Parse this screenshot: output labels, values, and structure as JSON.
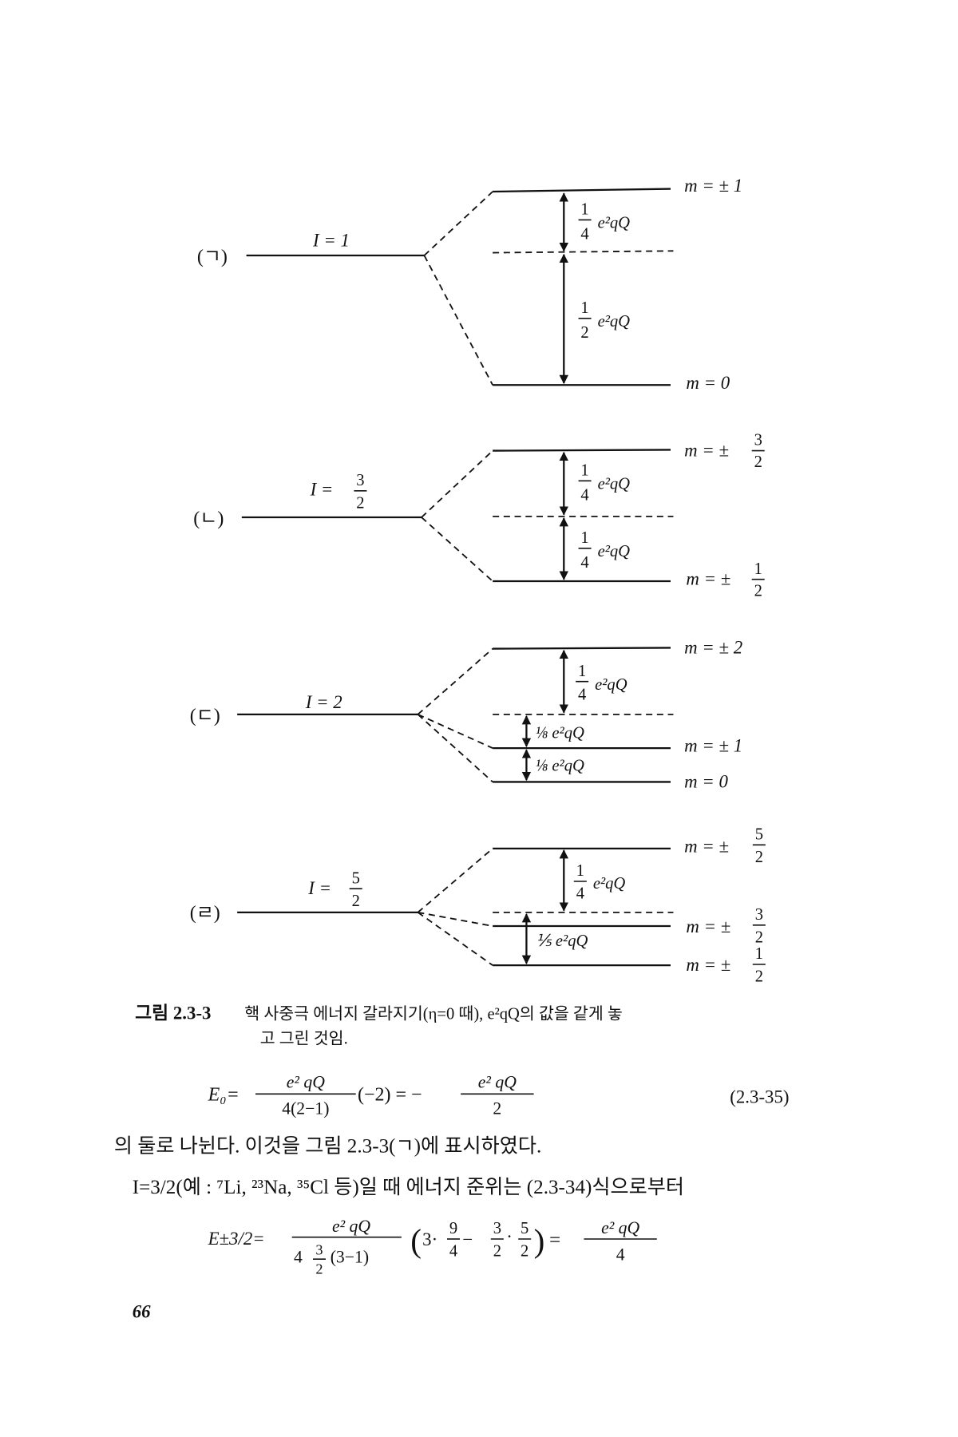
{
  "figure": {
    "panels": [
      {
        "label": "(ㄱ)",
        "I_text": "I = 1",
        "levels": [
          "m = ± 1",
          "m = 0"
        ],
        "gaps": [
          {
            "num": "1",
            "den": "4",
            "unit": "e²qQ"
          },
          {
            "num": "1",
            "den": "2",
            "unit": "e²qQ"
          }
        ]
      },
      {
        "label": "(ㄴ)",
        "I_prefix": "I =",
        "I_num": "3",
        "I_den": "2",
        "levels": [
          {
            "prefix": "m = ±",
            "num": "3",
            "den": "2"
          },
          {
            "prefix": "m = ±",
            "num": "1",
            "den": "2"
          }
        ],
        "gaps": [
          {
            "num": "1",
            "den": "4",
            "unit": "e²qQ"
          },
          {
            "num": "1",
            "den": "4",
            "unit": "e²qQ"
          }
        ]
      },
      {
        "label": "(ㄷ)",
        "I_text": "I = 2",
        "levels": [
          "m = ± 2",
          "m = ± 1",
          "m = 0"
        ],
        "gaps": [
          {
            "num": "1",
            "den": "4",
            "unit": "e²qQ"
          },
          {
            "text": "⅛ e²qQ"
          },
          {
            "text": "⅛ e²qQ"
          }
        ]
      },
      {
        "label": "(ㄹ)",
        "I_prefix": "I =",
        "I_num": "5",
        "I_den": "2",
        "levels": [
          {
            "prefix": "m = ±",
            "num": "5",
            "den": "2"
          },
          {
            "prefix": "m = ±",
            "num": "3",
            "den": "2"
          },
          {
            "prefix": "m = ±",
            "num": "1",
            "den": "2"
          }
        ],
        "gaps": [
          {
            "num": "1",
            "den": "4",
            "unit": "e²qQ"
          },
          {
            "text": "⅕ e²qQ"
          }
        ]
      }
    ],
    "caption_label": "그림 2.3-3",
    "caption_line1": "핵 사중극 에너지 갈라지기(η=0 때), e²qQ의 값을 같게 놓",
    "caption_line2": "고 그린 것임."
  },
  "eq1": {
    "lhs": "E₀=",
    "num1": "e² qQ",
    "den1": "4(2−1)",
    "mid": "(−2) = −",
    "num2": "e² qQ",
    "den2": "2",
    "number": "(2.3-35)"
  },
  "body": {
    "line1": "의 둘로 나뉜다. 이것을 그림 2.3-3(ㄱ)에 표시하였다.",
    "line2": "I=3/2(예 : ⁷Li, ²³Na, ³⁵Cl 등)일 때 에너지 준위는 (2.3-34)식으로부터"
  },
  "eq2": {
    "lhs": "E±3/2=",
    "num1": "e² qQ",
    "den1_a": "4",
    "den1_num": "3",
    "den1_den": "2",
    "den1_b": "(3−1)",
    "paren_open": "(",
    "p1": "3·",
    "f1_num": "9",
    "f1_den": "4",
    "minus": "−",
    "f2_num": "3",
    "f2_den": "2",
    "dot": "·",
    "f3_num": "5",
    "f3_den": "2",
    "paren_close": ")",
    "eq": "=",
    "num2": "e² qQ",
    "den2": "4"
  },
  "page_number": "66"
}
